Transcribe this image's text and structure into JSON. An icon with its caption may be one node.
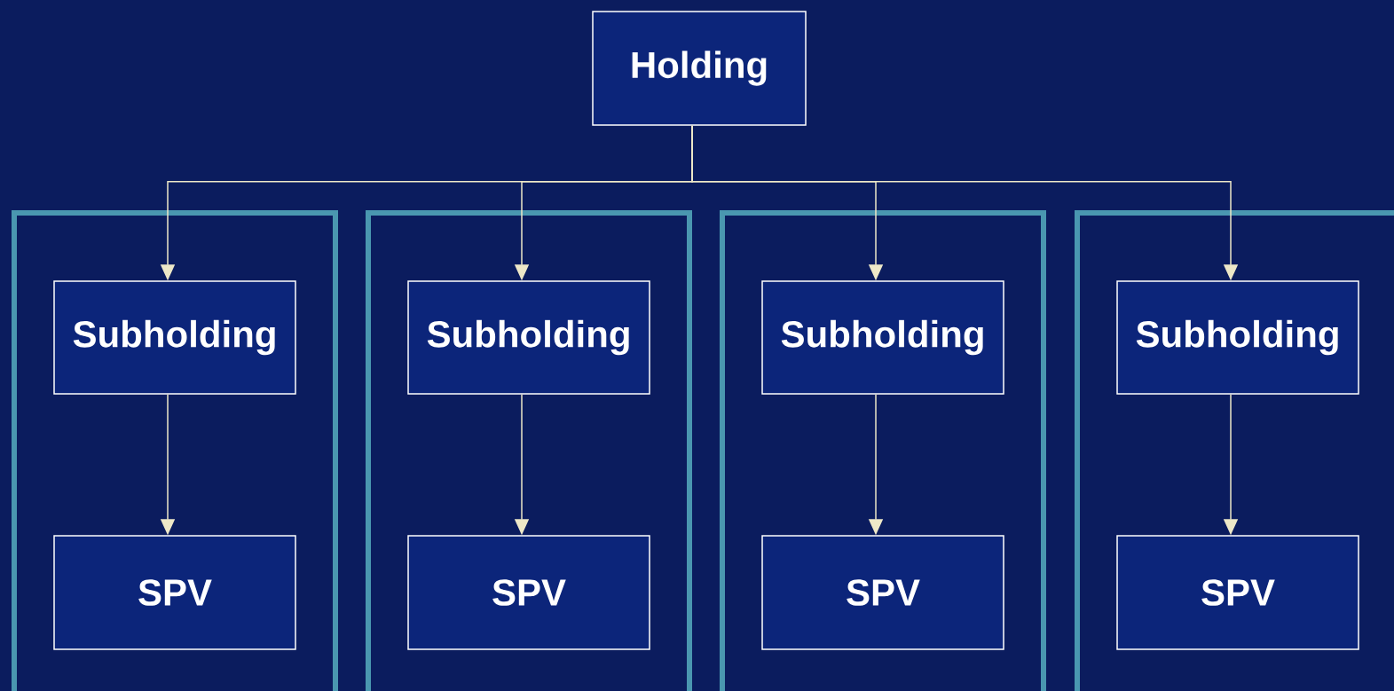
{
  "diagram": {
    "nodes": [
      {
        "text": [
          "Holding"
        ]
      },
      {
        "text": [],
        "shape": "box"
      },
      {
        "text": [
          "Subholding"
        ],
        "in": 1
      },
      {
        "text": [
          "SPV"
        ],
        "in": 1
      },
      {
        "text": [],
        "shape": "box"
      },
      {
        "text": [
          "Subholding"
        ],
        "in": 4
      },
      {
        "text": [
          "SPV"
        ],
        "in": 4
      },
      {
        "text": [],
        "shape": "box"
      },
      {
        "text": [
          "Subholding"
        ],
        "in": 7
      },
      {
        "text": [
          "SPV"
        ],
        "in": 7
      },
      {
        "text": [],
        "shape": "box"
      },
      {
        "text": [
          "Subholding"
        ],
        "in": 10
      },
      {
        "text": [
          "SPV"
        ],
        "in": 10
      }
    ],
    "edges": [
      {
        "from": 0,
        "to": 2,
        "arrow": "to"
      },
      {
        "from": 0,
        "to": 5,
        "arrow": "to"
      },
      {
        "from": 0,
        "to": 8,
        "arrow": "to"
      },
      {
        "from": 0,
        "to": 11,
        "arrow": "to"
      },
      {
        "from": 2,
        "to": 3,
        "arrow": "to"
      },
      {
        "from": 5,
        "to": 6,
        "arrow": "to"
      },
      {
        "from": 8,
        "to": 9,
        "arrow": "to"
      },
      {
        "from": 11,
        "to": 12,
        "arrow": "to"
      }
    ]
  }
}
